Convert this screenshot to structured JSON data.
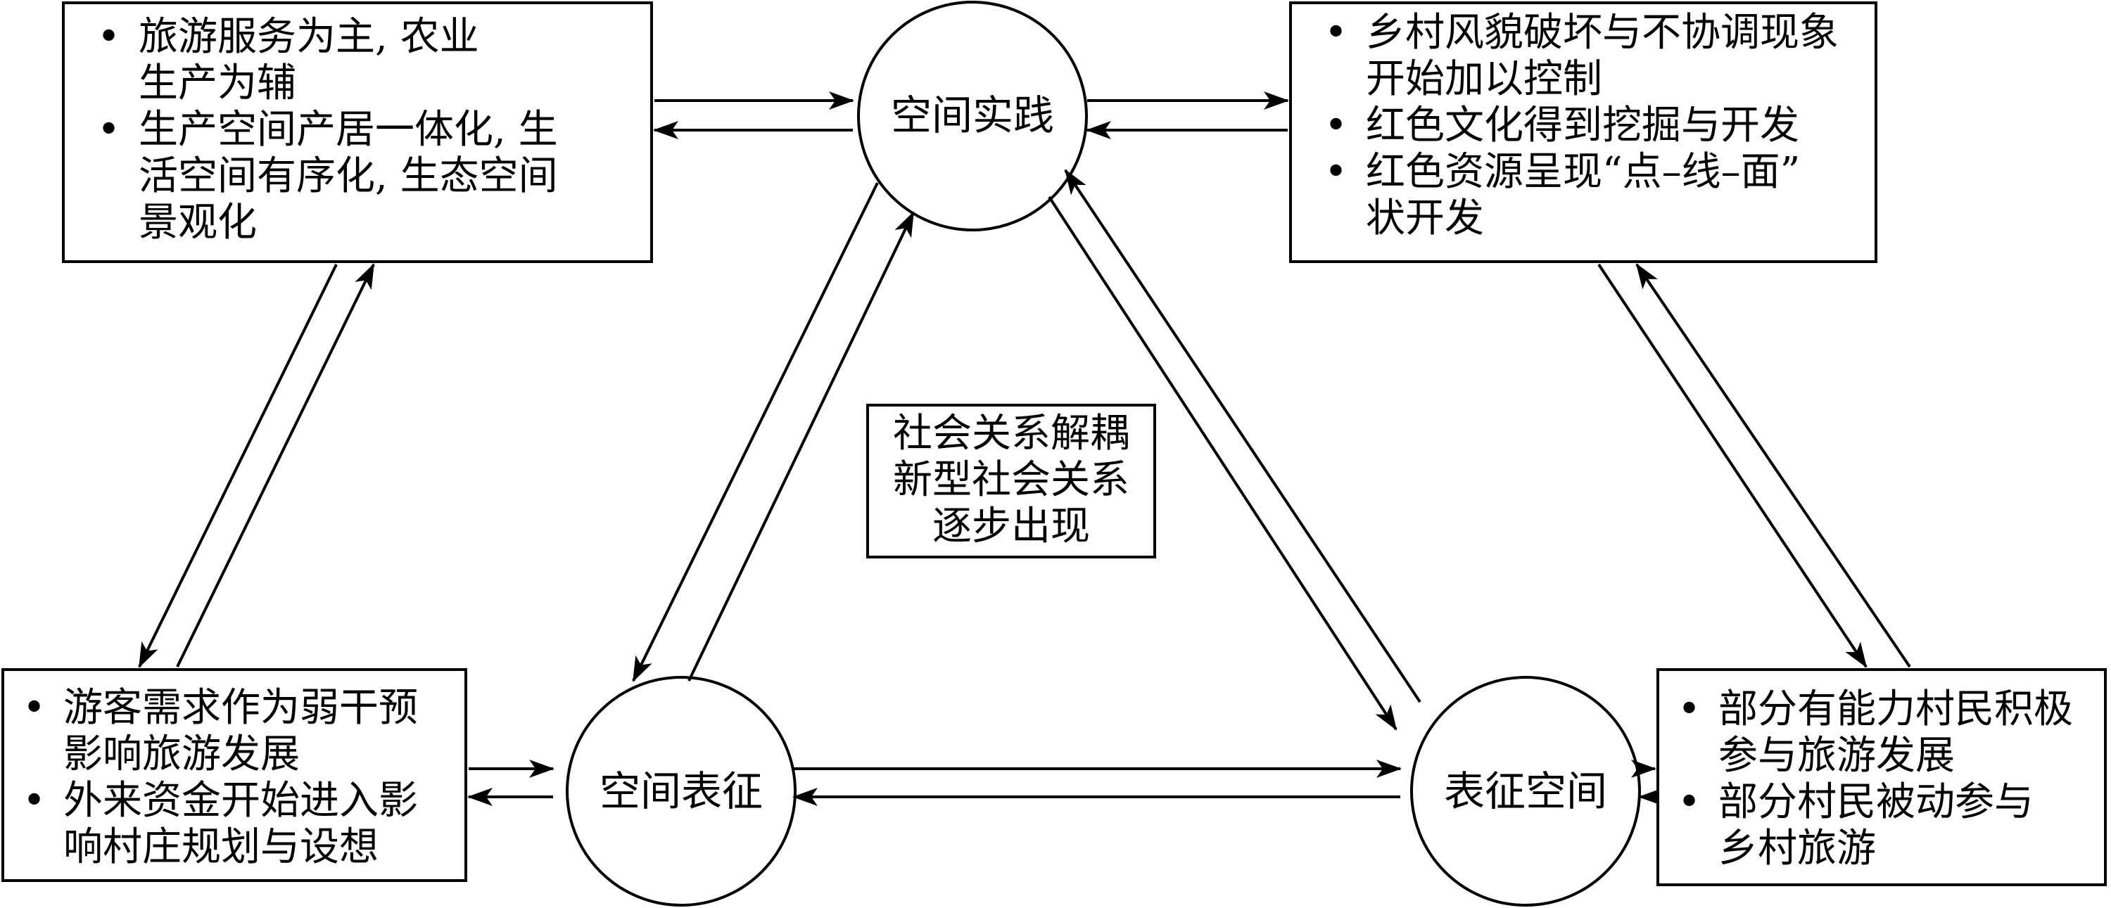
{
  "nodes": {
    "practice": "空间实践",
    "representation": "空间表征",
    "representational_space": "表征空间"
  },
  "center_note": [
    "社会关系解耦",
    "新型社会关系",
    "逐步出现"
  ],
  "boxes": {
    "top_left": {
      "items": [
        [
          "旅游服务为主, 农业",
          "生产为辅"
        ],
        [
          "生产空间产居一体化, 生",
          "活空间有序化, 生态空间",
          "景观化"
        ]
      ]
    },
    "top_right": {
      "items": [
        [
          "乡村风貌破坏与不协调现象",
          "开始加以控制"
        ],
        [
          "红色文化得到挖掘与开发"
        ],
        [
          "红色资源呈现“点–线–面”",
          "状开发"
        ]
      ]
    },
    "bottom_left": {
      "items": [
        [
          "游客需求作为弱干预",
          "影响旅游发展"
        ],
        [
          "外来资金开始进入影",
          "响村庄规划与设想"
        ]
      ]
    },
    "bottom_right": {
      "items": [
        [
          "部分有能力村民积极",
          "参与旅游发展"
        ],
        [
          "部分村民被动参与",
          "乡村旅游"
        ]
      ]
    }
  }
}
